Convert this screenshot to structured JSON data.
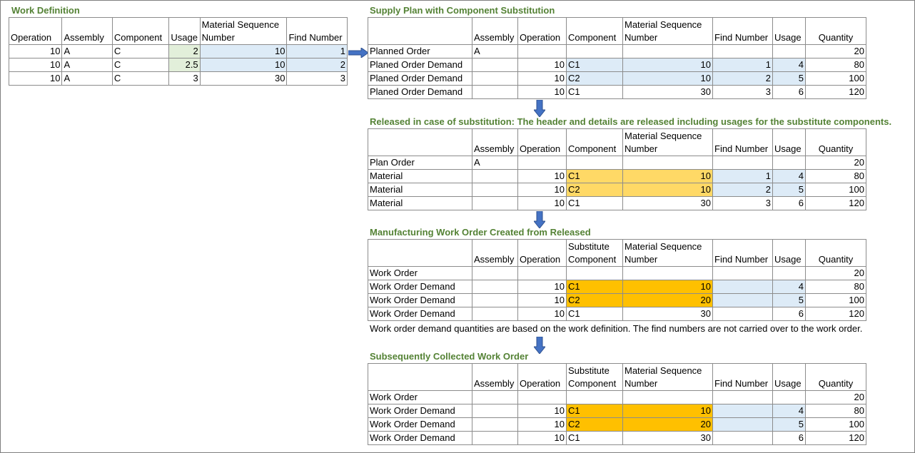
{
  "work_definition": {
    "title": "Work Definition",
    "headers": [
      "Operation",
      "Assembly",
      "Component",
      "Usage",
      "Material Sequence Number",
      "Find Number"
    ],
    "rows": [
      [
        "10",
        "A",
        "C",
        "2",
        "10",
        "1"
      ],
      [
        "10",
        "A",
        "C",
        "2.5",
        "10",
        "2"
      ],
      [
        "10",
        "A",
        "C",
        "3",
        "30",
        "3"
      ]
    ]
  },
  "supply_plan": {
    "title": "Supply Plan with Component Substitution",
    "headers": [
      "",
      "Assembly",
      "Operation",
      "Component",
      "Material Sequence Number",
      "Find Number",
      "Usage",
      "Quantity"
    ],
    "rows": [
      [
        "Planned Order",
        "A",
        "",
        "",
        "",
        "",
        "",
        "20"
      ],
      [
        "Planed Order Demand",
        "",
        "10",
        "C1",
        "10",
        "1",
        "4",
        "80"
      ],
      [
        "Planed Order Demand",
        "",
        "10",
        "C2",
        "10",
        "2",
        "5",
        "100"
      ],
      [
        "Planed Order Demand",
        "",
        "10",
        "C1",
        "30",
        "3",
        "6",
        "120"
      ]
    ]
  },
  "released": {
    "title": "Released in case of substitution: The header and details are released including usages for the substitute components.",
    "headers": [
      "",
      "Assembly",
      "Operation",
      "Component",
      "Material Sequence Number",
      "Find Number",
      "Usage",
      "Quantity"
    ],
    "rows": [
      [
        "Plan Order",
        "A",
        "",
        "",
        "",
        "",
        "",
        "20"
      ],
      [
        "Material",
        "",
        "10",
        "C1",
        "10",
        "1",
        "4",
        "80"
      ],
      [
        "Material",
        "",
        "10",
        "C2",
        "10",
        "2",
        "5",
        "100"
      ],
      [
        "Material",
        "",
        "10",
        "C1",
        "30",
        "3",
        "6",
        "120"
      ]
    ]
  },
  "mfg_work_order": {
    "title": "Manufacturing Work Order Created from Released",
    "headers": [
      "",
      "Assembly",
      "Operation",
      "Substitute Component",
      "Material Sequence Number",
      "Find Number",
      "Usage",
      "Quantity"
    ],
    "rows": [
      [
        "Work Order",
        "",
        "",
        "",
        "",
        "",
        "",
        "20"
      ],
      [
        "Work Order Demand",
        "",
        "10",
        "C1",
        "10",
        "",
        "4",
        "80"
      ],
      [
        "Work Order Demand",
        "",
        "10",
        "C2",
        "20",
        "",
        "5",
        "100"
      ],
      [
        "Work Order Demand",
        "",
        "10",
        "C1",
        "30",
        "",
        "6",
        "120"
      ]
    ],
    "note": "Work order demand quantities are based on the work definition. The find numbers are not carried over to the work order."
  },
  "collected_work_order": {
    "title": "Subsequently Collected Work Order",
    "headers": [
      "",
      "Assembly",
      "Operation",
      "Substitute Component",
      "Material Sequence Number",
      "Find Number",
      "Usage",
      "Quantity"
    ],
    "rows": [
      [
        "Work Order",
        "",
        "",
        "",
        "",
        "",
        "",
        "20"
      ],
      [
        "Work Order Demand",
        "",
        "10",
        "C1",
        "10",
        "",
        "4",
        "80"
      ],
      [
        "Work Order Demand",
        "",
        "10",
        "C2",
        "20",
        "",
        "5",
        "100"
      ],
      [
        "Work Order Demand",
        "",
        "10",
        "C1",
        "30",
        "",
        "6",
        "120"
      ]
    ]
  },
  "colors": {
    "title_green": "#548235",
    "fill_green": "#e2efda",
    "fill_blue": "#ddebf7",
    "fill_light_orange": "#ffd966",
    "fill_orange": "#ffc000",
    "arrow_blue": "#4472c4"
  }
}
